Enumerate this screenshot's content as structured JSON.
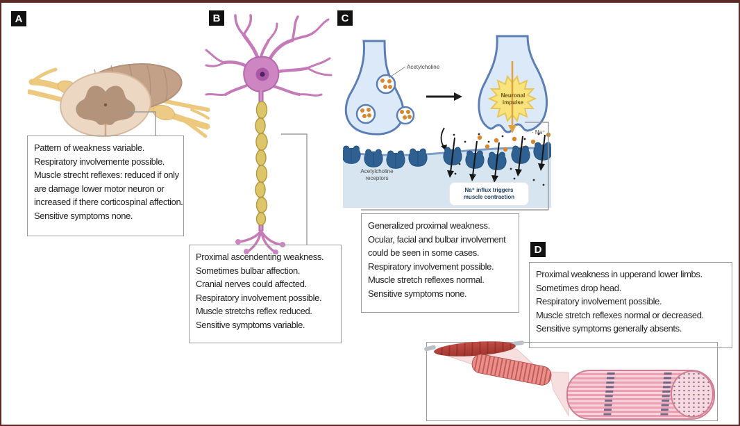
{
  "figure": {
    "border_color": "#5d2a26",
    "panel_label_bg": "#111111",
    "callout_line_color": "#9a9a9a",
    "panels": [
      {
        "label": "A",
        "illustration": "spinal-cord-cross-section",
        "description": "Pattern of weakness variable.\nRespiratory involvemente possible.\nMuscle strecht reflexes: reduced if only\nare damage lower motor neuron or\nincreased if there corticospinal affection.\nSensitive symptoms none."
      },
      {
        "label": "B",
        "illustration": "motor-neuron",
        "description": "Proximal ascendenting weakness.\nSometimes bulbar affection.\nCranial nerves could affected.\nRespiratory involvement possible.\nMuscle stretchs reflex reduced.\nSensitive symptoms variable."
      },
      {
        "label": "C",
        "illustration": "neuromuscular-junction",
        "description": "Generalized proximal weakness.\nOcular, facial and bulbar involvement\ncould be seen in some cases.\nRespiratory involvement possible.\nMuscle stretch reflexes normal.\nSensitive symptoms none.",
        "annotations": {
          "acetylcholine": "Acetylcholine",
          "neuronal_impulse": "Neuronal\nimpulse",
          "na_ion": "· Na⁺",
          "receptors": "Acetylcholine\nreceptors",
          "na_influx": "Na⁺ influx triggers\nmuscle contraction"
        }
      },
      {
        "label": "D",
        "illustration": "skeletal-muscle-fiber",
        "description": "Proximal weakness in upperand lower limbs.\nSometimes drop head.\nRespiratory involvement possible.\nMuscle stretch reflexes normal or decreased.\nSensitive symptoms generally absents."
      }
    ]
  }
}
